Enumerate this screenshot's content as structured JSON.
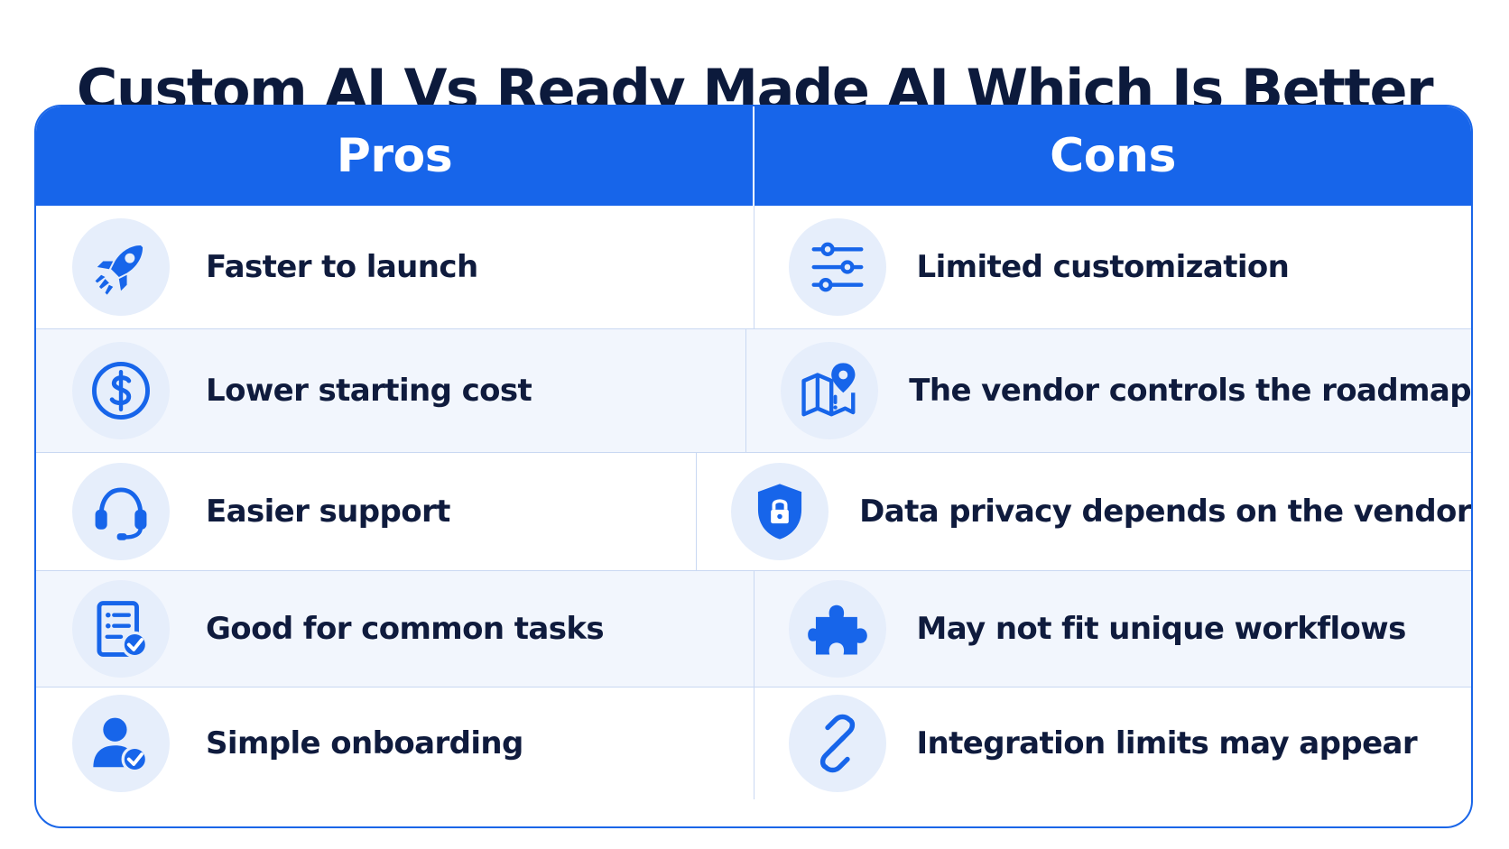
{
  "title": "Custom AI Vs Ready Made AI Which Is Better",
  "headers": {
    "pros": "Pros",
    "cons": "Cons"
  },
  "colors": {
    "accent": "#1765ea",
    "title": "#0c1a3c",
    "icon_bg": "#e6eefb",
    "alt_row": "#f2f6fd"
  },
  "rows": [
    {
      "pro": {
        "icon": "rocket-icon",
        "text": "Faster to launch"
      },
      "con": {
        "icon": "sliders-icon",
        "text": "Limited customization"
      }
    },
    {
      "pro": {
        "icon": "dollar-icon",
        "text": "Lower starting cost"
      },
      "con": {
        "icon": "map-pin-icon",
        "text": "The vendor controls the roadmap"
      }
    },
    {
      "pro": {
        "icon": "headset-icon",
        "text": "Easier support"
      },
      "con": {
        "icon": "shield-lock-icon",
        "text": "Data privacy depends on the vendor"
      }
    },
    {
      "pro": {
        "icon": "checklist-icon",
        "text": "Good for common tasks"
      },
      "con": {
        "icon": "puzzle-icon",
        "text": "May not fit unique workflows"
      }
    },
    {
      "pro": {
        "icon": "user-check-icon",
        "text": "Simple onboarding"
      },
      "con": {
        "icon": "link-icon",
        "text": "Integration limits may appear"
      }
    }
  ]
}
